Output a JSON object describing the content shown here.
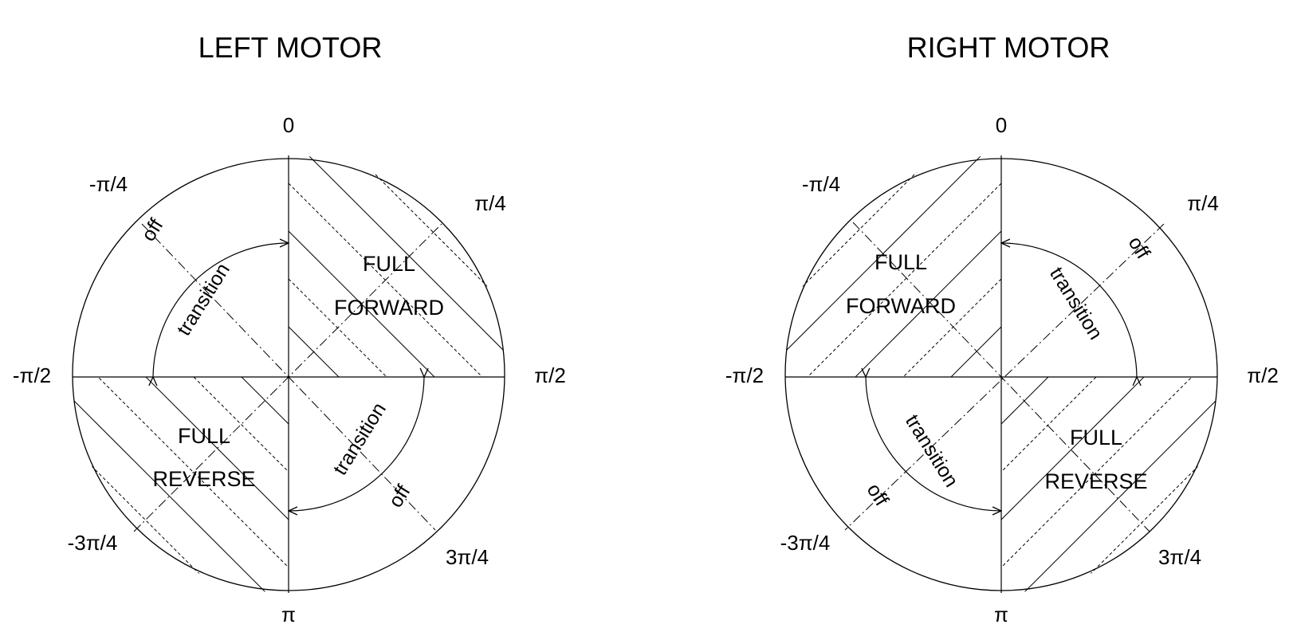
{
  "diagrams": [
    {
      "title": "LEFT MOTOR",
      "angle_labels": {
        "top": "0",
        "top_left": "-π/4",
        "top_right": "π/4",
        "left": "-π/2",
        "right": "π/2",
        "bottom_left": "-3π/4",
        "bottom_right": "3π/4",
        "bottom": "π"
      },
      "forward_label": [
        "FULL",
        "FORWARD"
      ],
      "reverse_label": [
        "FULL",
        "REVERSE"
      ],
      "transition_label": "transition",
      "off_label": "off"
    },
    {
      "title": "RIGHT MOTOR",
      "angle_labels": {
        "top": "0",
        "top_left": "-π/4",
        "top_right": "π/4",
        "left": "-π/2",
        "right": "π/2",
        "bottom_left": "-3π/4",
        "bottom_right": "3π/4",
        "bottom": "π"
      },
      "forward_label": [
        "FULL",
        "FORWARD"
      ],
      "reverse_label": [
        "FULL",
        "REVERSE"
      ],
      "transition_label": "transition",
      "off_label": "off"
    }
  ]
}
